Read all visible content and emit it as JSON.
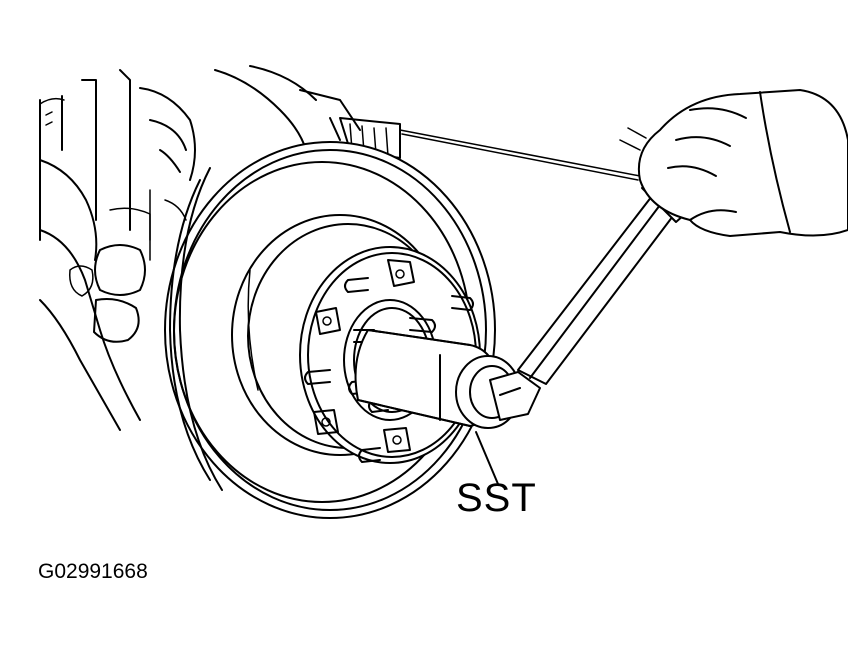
{
  "diagram": {
    "callout_label": "SST",
    "figure_code": "G02991668"
  },
  "colors": {
    "ink": "#000000",
    "background": "#ffffff"
  },
  "parts": [
    "brake-disc",
    "axle-hub",
    "wheel-studs",
    "special-service-tool",
    "torque-wrench",
    "hand",
    "suspension"
  ]
}
